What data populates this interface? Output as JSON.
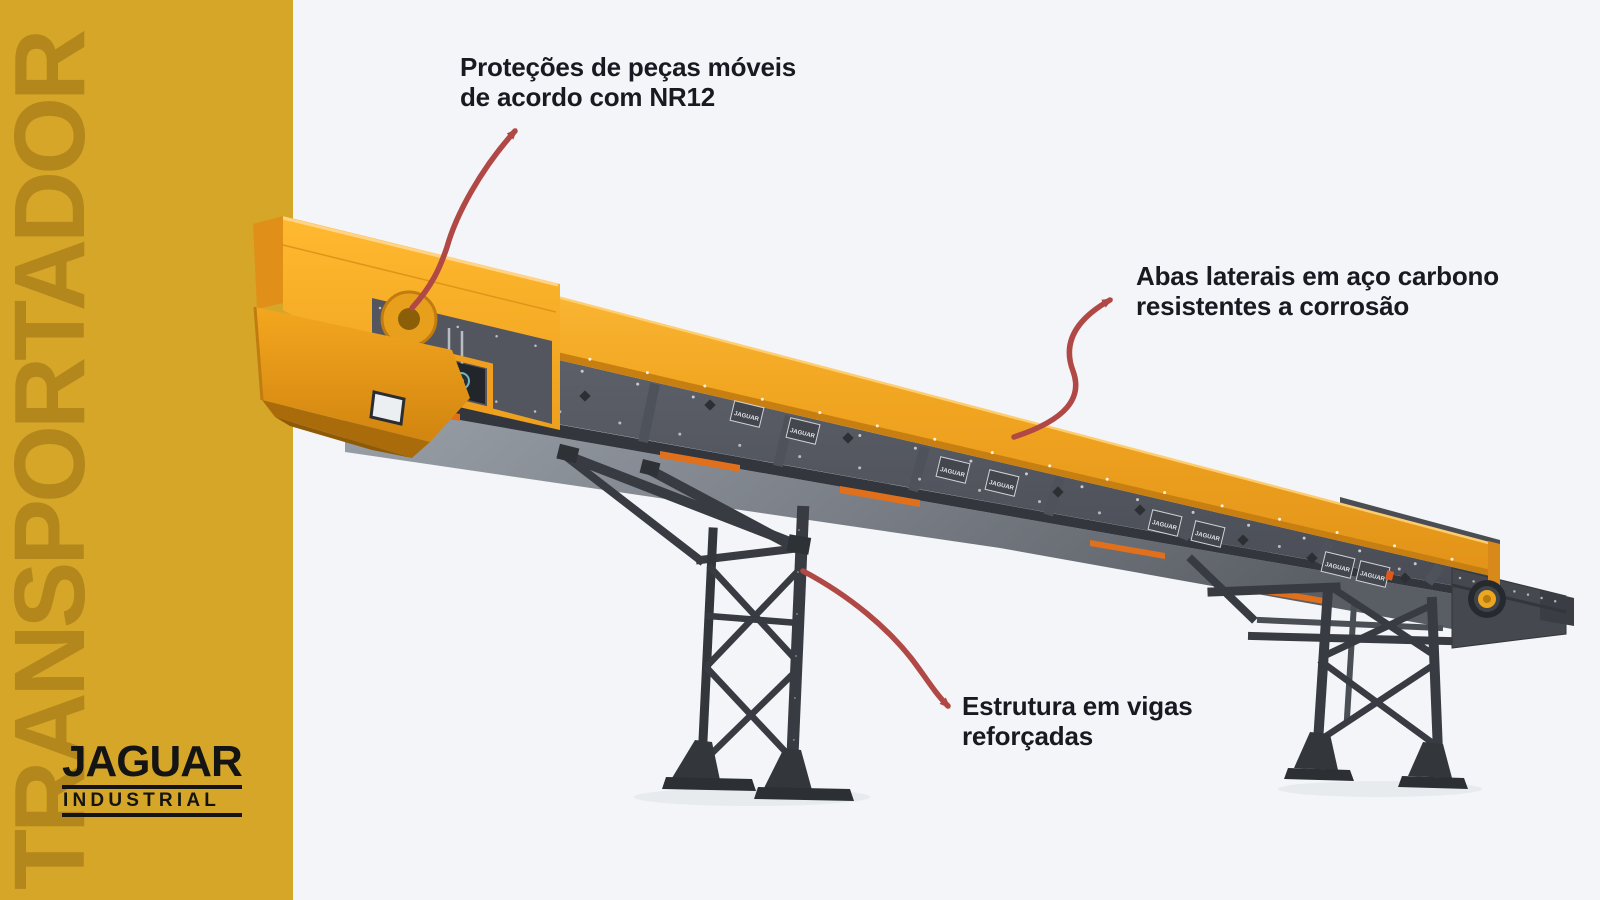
{
  "page": {
    "background": "#f3f5f8"
  },
  "sidebar": {
    "band_color": "#d5a628",
    "watermark": "TRANSPORTADOR",
    "watermark_color": "#b3871c",
    "logo": {
      "primary": "JAGUAR",
      "secondary": "INDUSTRIAL",
      "color": "#141414"
    }
  },
  "annotations": {
    "text_color": "#191922",
    "arrow_color": "#b04845",
    "items": [
      {
        "id": "nr12",
        "lines": [
          "Proteções de peças móveis",
          "de acordo com NR12"
        ]
      },
      {
        "id": "abas",
        "lines": [
          "Abas laterais em aço carbono",
          "resistentes a corrosão"
        ]
      },
      {
        "id": "estrutura",
        "lines": [
          "Estrutura em vigas",
          "reforçadas"
        ]
      }
    ]
  },
  "machine": {
    "type": "inclined-belt-conveyor",
    "decal_label": "JAGUAR",
    "colors": {
      "side_flap_yellow": "#f0a41f",
      "frame_gray": "#53565e",
      "legs_dark": "#383b41",
      "accent_orange": "#e0701c"
    }
  }
}
